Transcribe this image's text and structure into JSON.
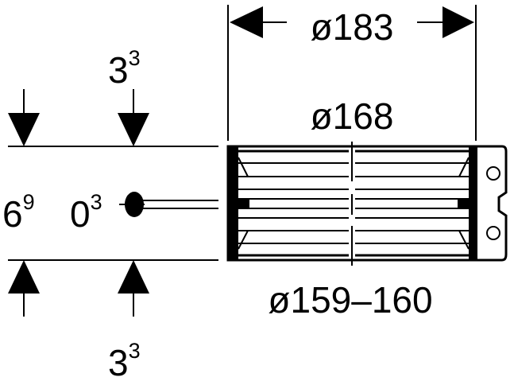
{
  "dimensions": {
    "outer_diameter": "ø183",
    "middle_diameter": "ø168",
    "inner_diameter": "ø159–160",
    "left_top": {
      "base": "3",
      "sup": "3"
    },
    "left_bottom": {
      "base": "3",
      "sup": "3"
    },
    "left_height": {
      "base": "6",
      "sup": "9"
    },
    "left_wire": {
      "base": "0",
      "sup": "3"
    }
  }
}
